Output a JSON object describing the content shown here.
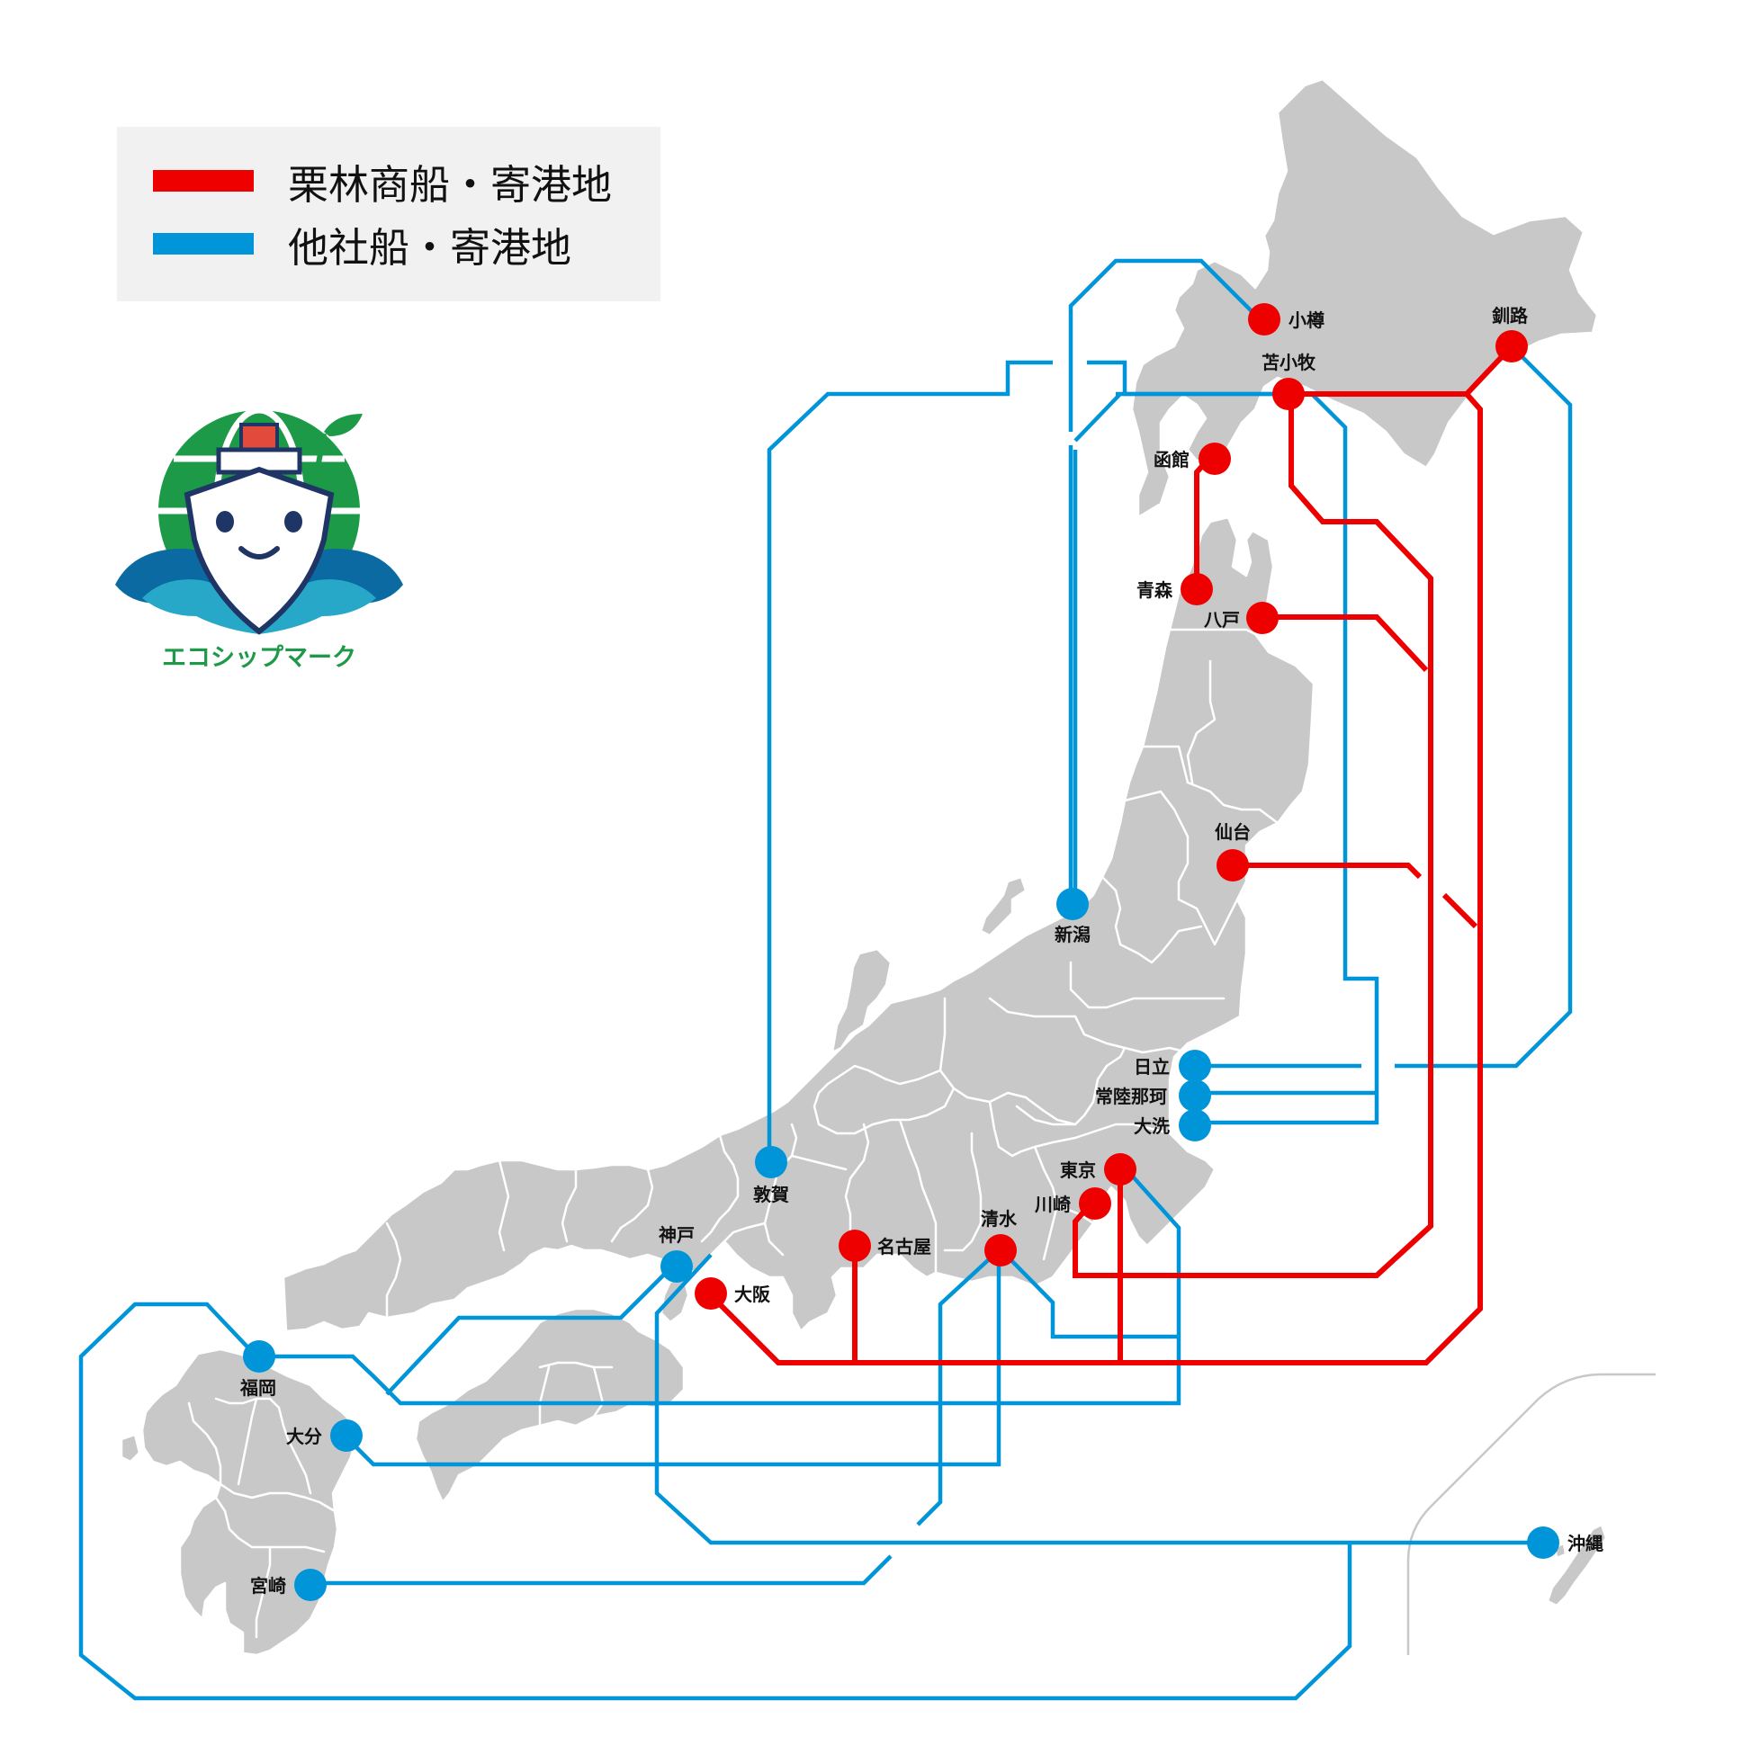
{
  "legend": {
    "kuribayashi": {
      "label": "栗林商船・寄港地",
      "color": "#ee0000"
    },
    "other": {
      "label": "他社船・寄港地",
      "color": "#0095d9"
    }
  },
  "logo": {
    "caption": "エコシップマーク",
    "color_green": "#1d9a48"
  },
  "ports": {
    "otaru": "小樽",
    "kushiro": "釧路",
    "tomakomai": "苫小牧",
    "hakodate": "函館",
    "aomori": "青森",
    "hachinohe": "八戸",
    "sendai": "仙台",
    "niigata": "新潟",
    "hitachi": "日立",
    "hitachinaka": "常陸那珂",
    "oarai": "大洗",
    "tokyo": "東京",
    "kawasaki": "川崎",
    "shimizu": "清水",
    "nagoya": "名古屋",
    "tsuruga": "敦賀",
    "kobe": "神戸",
    "osaka": "大阪",
    "fukuoka": "福岡",
    "oita": "大分",
    "miyazaki": "宮崎",
    "okinawa": "沖縄"
  },
  "colors": {
    "land": "#c8c8c8",
    "red": "#ee0000",
    "blue": "#0095d9"
  }
}
